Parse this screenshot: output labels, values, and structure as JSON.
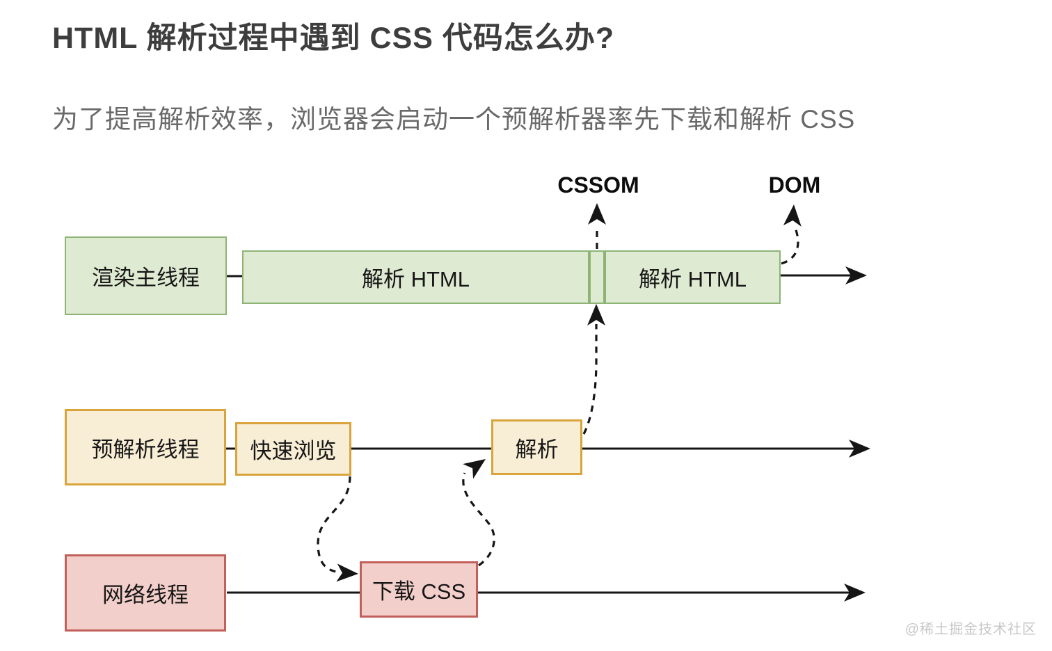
{
  "title": "HTML 解析过程中遇到 CSS 代码怎么办?",
  "subtitle": "为了提高解析效率，浏览器会启动一个预解析器率先下载和解析 CSS",
  "annotations": {
    "cssom": "CSSOM",
    "dom": "DOM"
  },
  "lanes": {
    "render": {
      "label": "渲染主线程",
      "segment1": "解析 HTML",
      "segment2": "解析 HTML",
      "fill": "#dfead2",
      "border": "#8db475"
    },
    "preparse": {
      "label": "预解析线程",
      "segment1": "快速浏览",
      "segment2": "解析",
      "fill": "#f8edd5",
      "border": "#d9a43c"
    },
    "network": {
      "label": "网络线程",
      "segment1": "下载 CSS",
      "fill": "#f3cfcb",
      "border": "#c2605c"
    }
  },
  "colors": {
    "arrow": "#151515",
    "title_text": "#3d3d3d",
    "subtitle_text": "#696969",
    "watermark_text": "#c7c7c7"
  },
  "watermark": "@稀土掘金技术社区"
}
